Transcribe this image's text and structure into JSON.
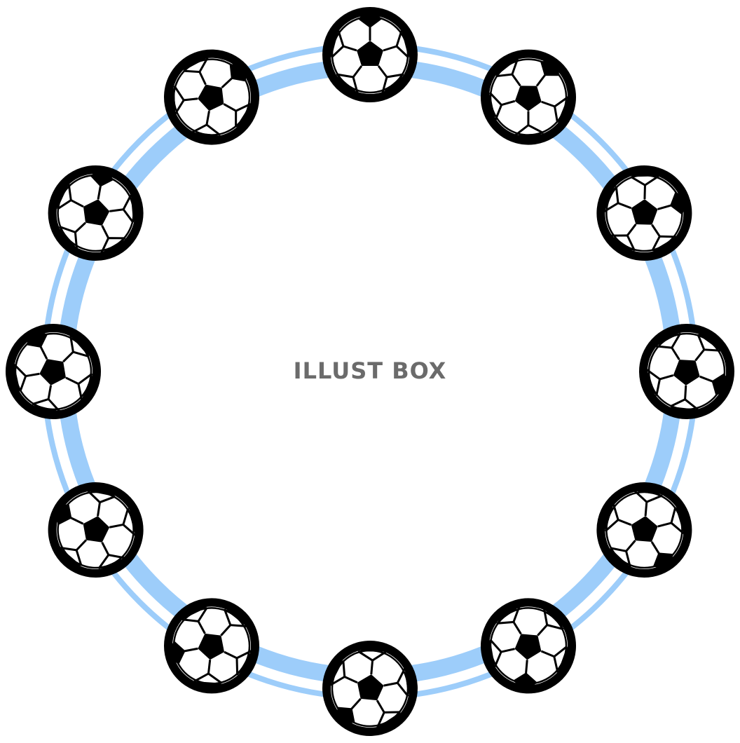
{
  "watermark": {
    "text": "ILLUST BOX",
    "color": "#6b6b6b"
  },
  "colors": {
    "ring": "#9dcdfa",
    "ball_outline": "#000000",
    "ball_fill": "#ffffff",
    "background": "#ffffff"
  },
  "decoration": {
    "ball_icon": "soccer-ball-icon",
    "ball_count": 12,
    "ring_style": "double-stripe"
  }
}
